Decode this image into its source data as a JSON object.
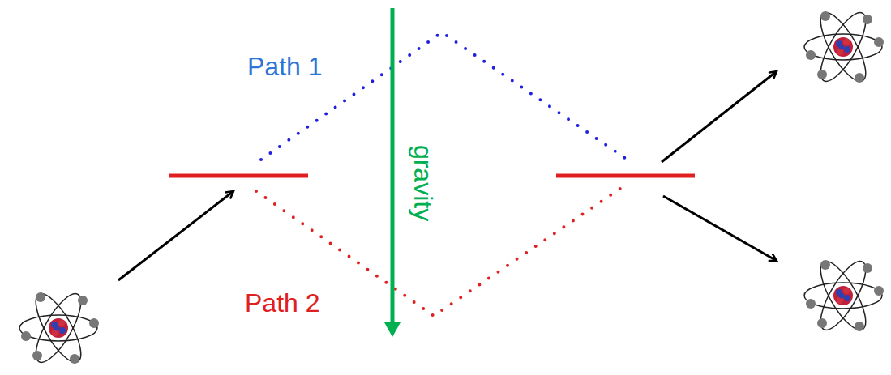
{
  "diagram": {
    "labels": [
      "Path 1",
      "Path 2",
      "gravity"
    ]
  }
}
